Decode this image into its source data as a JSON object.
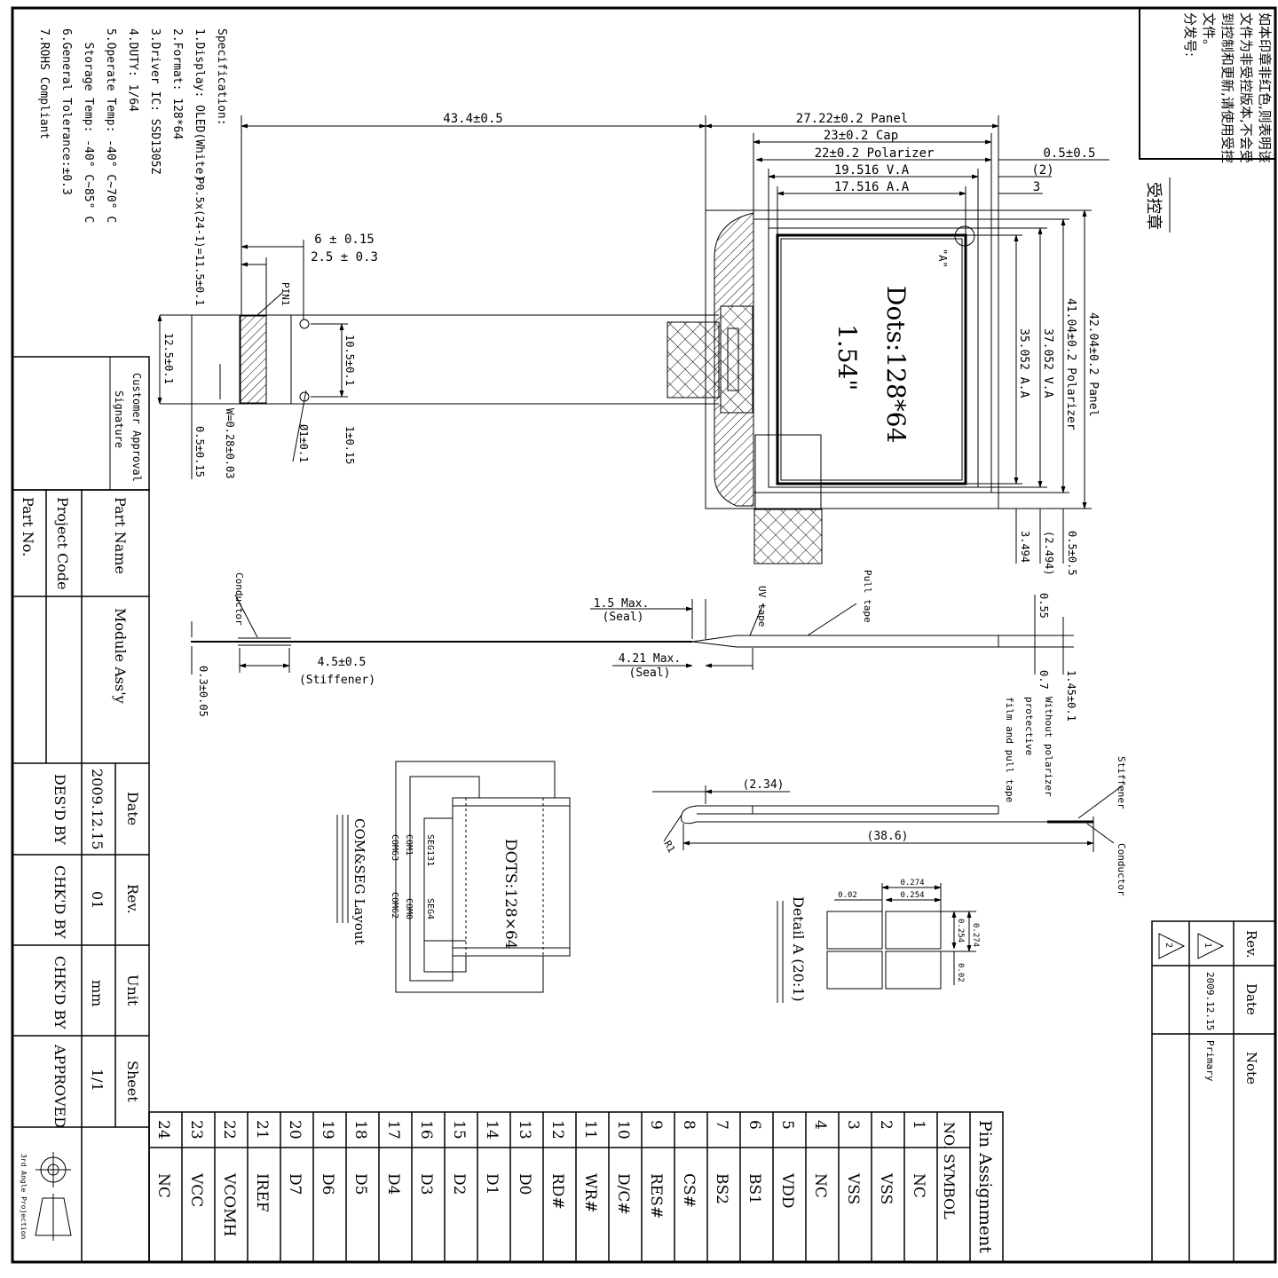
{
  "stamp_notice": [
    "如本印章非红色,则表明该",
    "文件为非受控版本,不会受",
    "到控制和更新,请使用受控",
    "文件。",
    "分发号:"
  ],
  "controlled_stamp": "受控章",
  "spec": {
    "heading": "Specification:",
    "lines": [
      "1.Display: OLED(White)",
      "2.Format:  128*64",
      "3.Driver IC: SSD1305Z",
      "4.DUTY:  1/64",
      "5.Operate Temp: -40° C~70° C",
      "  Storage Temp: -40° C~85° C",
      "6.General Tolerance:±0.3",
      "7.ROHS Compliant"
    ]
  },
  "dims": {
    "fpc_length": "43.4±0.5",
    "panel_w": "27.22±0.2 Panel",
    "cap_w": "23±0.2 Cap",
    "polarizer_w": "22±0.2 Polarizer",
    "va_w": "19.516 V.A",
    "aa_w": "17.516 A.A",
    "edge_05": "0.5±0.5",
    "edge_2": "(2)",
    "edge_3": "3",
    "pitch": "P0.5x(24-1)=11.5±0.1",
    "d6": "6 ± 0.15",
    "d25": "2.5 ± 0.3",
    "pin1": "PIN1",
    "fpc_w": "12.5±0.1",
    "hole_span": "10.5±0.1",
    "lead_w": "W=0.28±0.03",
    "hole_d": "Ø1±0.1",
    "d1": "1±0.15",
    "d05": "0.5±0.15",
    "panel_h": "42.04±0.2 Panel",
    "polarizer_h": "41.04±0.2 Polarizer",
    "va_h": "37.052 V.A",
    "aa_h": "35.052 A.A",
    "b3494": "3.494",
    "b2494": "(2.494)",
    "b05": "0.5±0.5",
    "detail_label": "\"A\"",
    "dots": "Dots:128*64",
    "size": "1.54\""
  },
  "side": {
    "conductor": "Conductor",
    "uv_tape": "UV tape",
    "pull_tape": "Pull tape",
    "seal15": "1.5 Max.",
    "seal15b": "(Seal)",
    "seal421": "4.21 Max.",
    "seal421b": "(Seal)",
    "stiff": "4.5±0.5",
    "stiffb": "(Stiffener)",
    "t03": "0.3±0.05",
    "t055": "0.55",
    "t07": "0.7",
    "t145": "1.45±0.1",
    "note1": "Without polarizer",
    "note2": "protective",
    "note3": "film and pull tape"
  },
  "bend": {
    "d234": "(2.34)",
    "d386": "(38.6)",
    "r1": "R1",
    "stiffener": "Stiffener",
    "conductor": "Conductor"
  },
  "layout": {
    "dots": "DOTS:128×64",
    "title": "COM&SEG Layout",
    "seg131": "SEG131",
    "com1": "COM1",
    "com63": "COM63",
    "seg4": "SEG4",
    "com0": "COM0",
    "com62": "COM62"
  },
  "detail": {
    "title": "Detail A (20:1)",
    "d0274a": "0.274",
    "d0254a": "0.254",
    "d002a": "0.02",
    "d0274b": "0.274",
    "d0254b": "0.254",
    "d002b": "0.02"
  },
  "customer": {
    "l1": "Customer Approval",
    "l2": "Signature"
  },
  "titleblock": {
    "part_name_label": "Part Name",
    "part_name": "Module Ass'y",
    "project_code_label": "Project Code",
    "project_code": "",
    "part_no_label": "Part No.",
    "part_no": "",
    "date_label": "Date",
    "date": "2009.12.15",
    "rev_label": "Rev.",
    "rev": "01",
    "unit_label": "Unit",
    "unit": "mm",
    "sheet_label": "Sheet",
    "sheet": "1/1",
    "des": "DES'D BY",
    "chk1": "CHK'D BY",
    "chk2": "CHK'D BY",
    "approved": "APPROVED",
    "projection": "3rd Angle Projection"
  },
  "revision": {
    "rev_label": "Rev.",
    "date_label": "Date",
    "note_label": "Note",
    "rows": [
      {
        "rev": "1",
        "date": "2009.12.15",
        "note": "Primary"
      },
      {
        "rev": "2",
        "date": "",
        "note": ""
      }
    ]
  },
  "pins": {
    "title": "Pin Assignment",
    "no_label": "NO.",
    "symbol_label": "SYMBOL",
    "rows": [
      {
        "no": "1",
        "sym": "NC"
      },
      {
        "no": "2",
        "sym": "VSS"
      },
      {
        "no": "3",
        "sym": "VSS"
      },
      {
        "no": "4",
        "sym": "NC"
      },
      {
        "no": "5",
        "sym": "VDD"
      },
      {
        "no": "6",
        "sym": "BS1"
      },
      {
        "no": "7",
        "sym": "BS2"
      },
      {
        "no": "8",
        "sym": "CS#"
      },
      {
        "no": "9",
        "sym": "RES#"
      },
      {
        "no": "10",
        "sym": "D/C#"
      },
      {
        "no": "11",
        "sym": "WR#"
      },
      {
        "no": "12",
        "sym": "RD#"
      },
      {
        "no": "13",
        "sym": "D0"
      },
      {
        "no": "14",
        "sym": "D1"
      },
      {
        "no": "15",
        "sym": "D2"
      },
      {
        "no": "16",
        "sym": "D3"
      },
      {
        "no": "17",
        "sym": "D4"
      },
      {
        "no": "18",
        "sym": "D5"
      },
      {
        "no": "19",
        "sym": "D6"
      },
      {
        "no": "20",
        "sym": "D7"
      },
      {
        "no": "21",
        "sym": "IREF"
      },
      {
        "no": "22",
        "sym": "VCOMH"
      },
      {
        "no": "23",
        "sym": "VCC"
      },
      {
        "no": "24",
        "sym": "NC"
      }
    ]
  }
}
